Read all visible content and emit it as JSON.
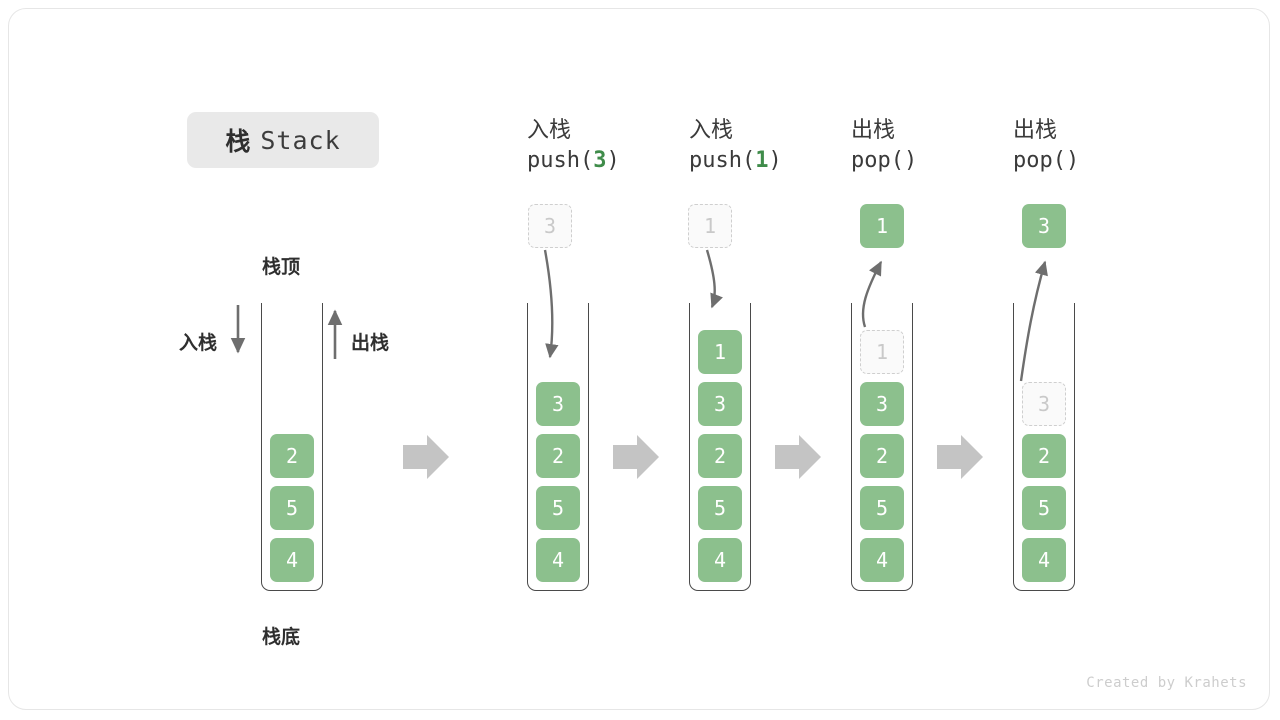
{
  "title": {
    "cjk": "栈",
    "en": "Stack"
  },
  "labels": {
    "top": "栈顶",
    "bottom": "栈底",
    "push_side": "入栈",
    "pop_side": "出栈"
  },
  "credit": "Created by Krahets",
  "colors": {
    "element_green": "#8cc08d",
    "arg_green": "#3f8c4a",
    "ghost_border": "#cfcfcf",
    "ghost_text": "#c9c9c9",
    "arrow_gray": "#6e6e6e",
    "step_arrow_gray": "#c4c4c4",
    "badge_bg": "#e9e9e9",
    "text_dark": "#2f2f2f"
  },
  "columns": [
    {
      "id": "initial",
      "head_line1": "",
      "head_line2": "",
      "stack": [
        "2",
        "5",
        "4"
      ],
      "ghost": null,
      "floating": null
    },
    {
      "id": "push-3",
      "head_line1": "入栈",
      "head_op": "push(",
      "head_arg": "3",
      "head_close": ")",
      "stack": [
        "3",
        "2",
        "5",
        "4"
      ],
      "ghost": {
        "value": "3",
        "position": "above"
      },
      "floating": null
    },
    {
      "id": "push-1",
      "head_line1": "入栈",
      "head_op": "push(",
      "head_arg": "1",
      "head_close": ")",
      "stack": [
        "1",
        "3",
        "2",
        "5",
        "4"
      ],
      "ghost": {
        "value": "1",
        "position": "above"
      },
      "floating": null
    },
    {
      "id": "pop-1",
      "head_line1": "出栈",
      "head_op": "pop(",
      "head_arg": "",
      "head_close": ")",
      "stack": [
        "3",
        "2",
        "5",
        "4"
      ],
      "ghost": {
        "value": "1",
        "position": "in-stack-top"
      },
      "floating": {
        "value": "1"
      }
    },
    {
      "id": "pop-3",
      "head_line1": "出栈",
      "head_op": "pop(",
      "head_arg": "",
      "head_close": ")",
      "stack": [
        "2",
        "5",
        "4"
      ],
      "ghost": {
        "value": "3",
        "position": "in-stack-top"
      },
      "floating": {
        "value": "3"
      }
    }
  ]
}
